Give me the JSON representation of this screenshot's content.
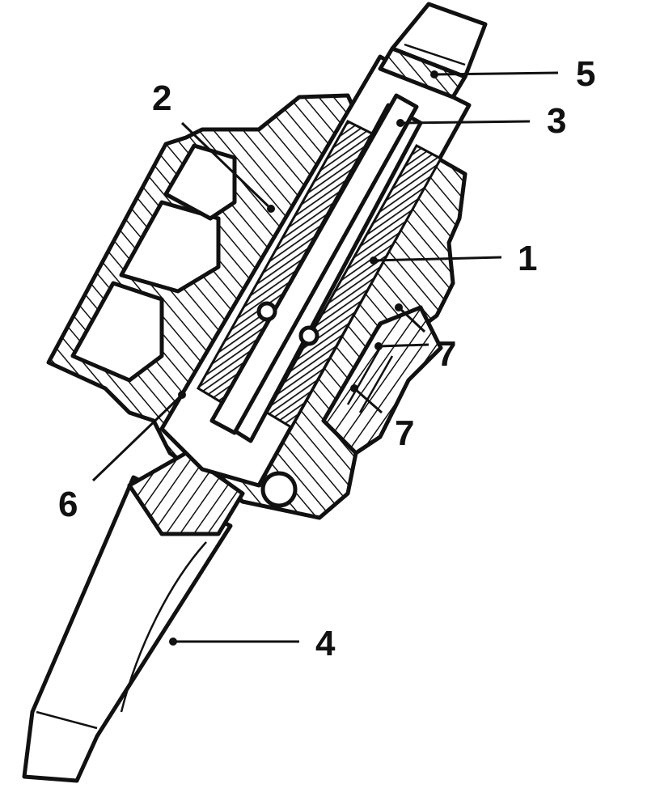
{
  "figure": {
    "subject": "steering-pinion-assembly-cross-section",
    "colors": {
      "ink": "#111111",
      "paper": "#ffffff"
    },
    "callouts": [
      {
        "id": "c1",
        "label": "1"
      },
      {
        "id": "c2",
        "label": "2"
      },
      {
        "id": "c3",
        "label": "3"
      },
      {
        "id": "c4",
        "label": "4"
      },
      {
        "id": "c5",
        "label": "5"
      },
      {
        "id": "c6",
        "label": "6"
      },
      {
        "id": "c7a",
        "label": "7"
      },
      {
        "id": "c7b",
        "label": "7"
      }
    ]
  }
}
